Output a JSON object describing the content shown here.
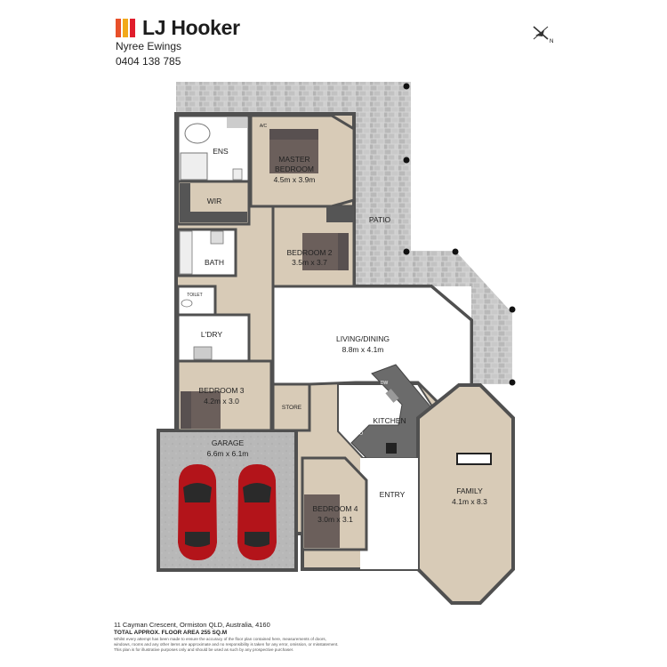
{
  "brand": {
    "name": "LJ Hooker",
    "agent_name": "Nyree Ewings",
    "agent_phone": "0404 138 785",
    "colors": [
      "#e8502a",
      "#f2a91b",
      "#e01d2c"
    ]
  },
  "compass": {
    "icon": "north-arrow-icon",
    "label": "N"
  },
  "rooms": {
    "master": {
      "name": "MASTER BEDROOM",
      "line1": "MASTER",
      "line2": "BEDROOM",
      "size": "4.5m x 3.9m"
    },
    "ens": {
      "name": "ENS"
    },
    "wir": {
      "name": "WIR"
    },
    "ac": {
      "name": "A/C"
    },
    "bath": {
      "name": "BATH"
    },
    "toilet": {
      "name": "TOILET"
    },
    "bedroom2": {
      "name": "BEDROOM 2",
      "size": "3.5m x 3.7"
    },
    "patio": {
      "name": "PATIO"
    },
    "laundry": {
      "name": "L'DRY"
    },
    "living": {
      "name": "LIVING/DINING",
      "size": "8.8m x 4.1m"
    },
    "bedroom3": {
      "name": "BEDROOM 3",
      "size": "4.2m x 3.0"
    },
    "store": {
      "name": "STORE"
    },
    "kitchen": {
      "name": "KITCHEN",
      "dw": "DW",
      "wo": "W/O"
    },
    "garage": {
      "name": "GARAGE",
      "size": "6.6m x 6.1m"
    },
    "family": {
      "name": "FAMILY",
      "size": "4.1m x 8.3"
    },
    "bedroom4": {
      "name": "BEDROOM 4",
      "size": "3.0m x 3.1"
    },
    "entry": {
      "name": "ENTRY"
    }
  },
  "footer": {
    "address": "11 Cayman Crescent, Ormiston QLD, Australia, 4160",
    "total_area": "TOTAL APPROX. FLOOR AREA 255 SQ.M",
    "disclaimer": "Whilst every attempt has been made to ensure the accuracy of the floor plan contained here, measurements of doors,\nwindows, rooms and any other items are approximate and no responsibility is taken for any error, omission, or misstatement.\nThis plan is for illustrative purposes only and should be used as such by any prospective purchaser."
  },
  "colors": {
    "floor": "#d8cbb7",
    "carpet": "#6b5f5b",
    "wall": "#505050",
    "garage_floor": "#b5b5b5",
    "patio_tile": "#bdbdbd",
    "car": "#b3141a"
  }
}
